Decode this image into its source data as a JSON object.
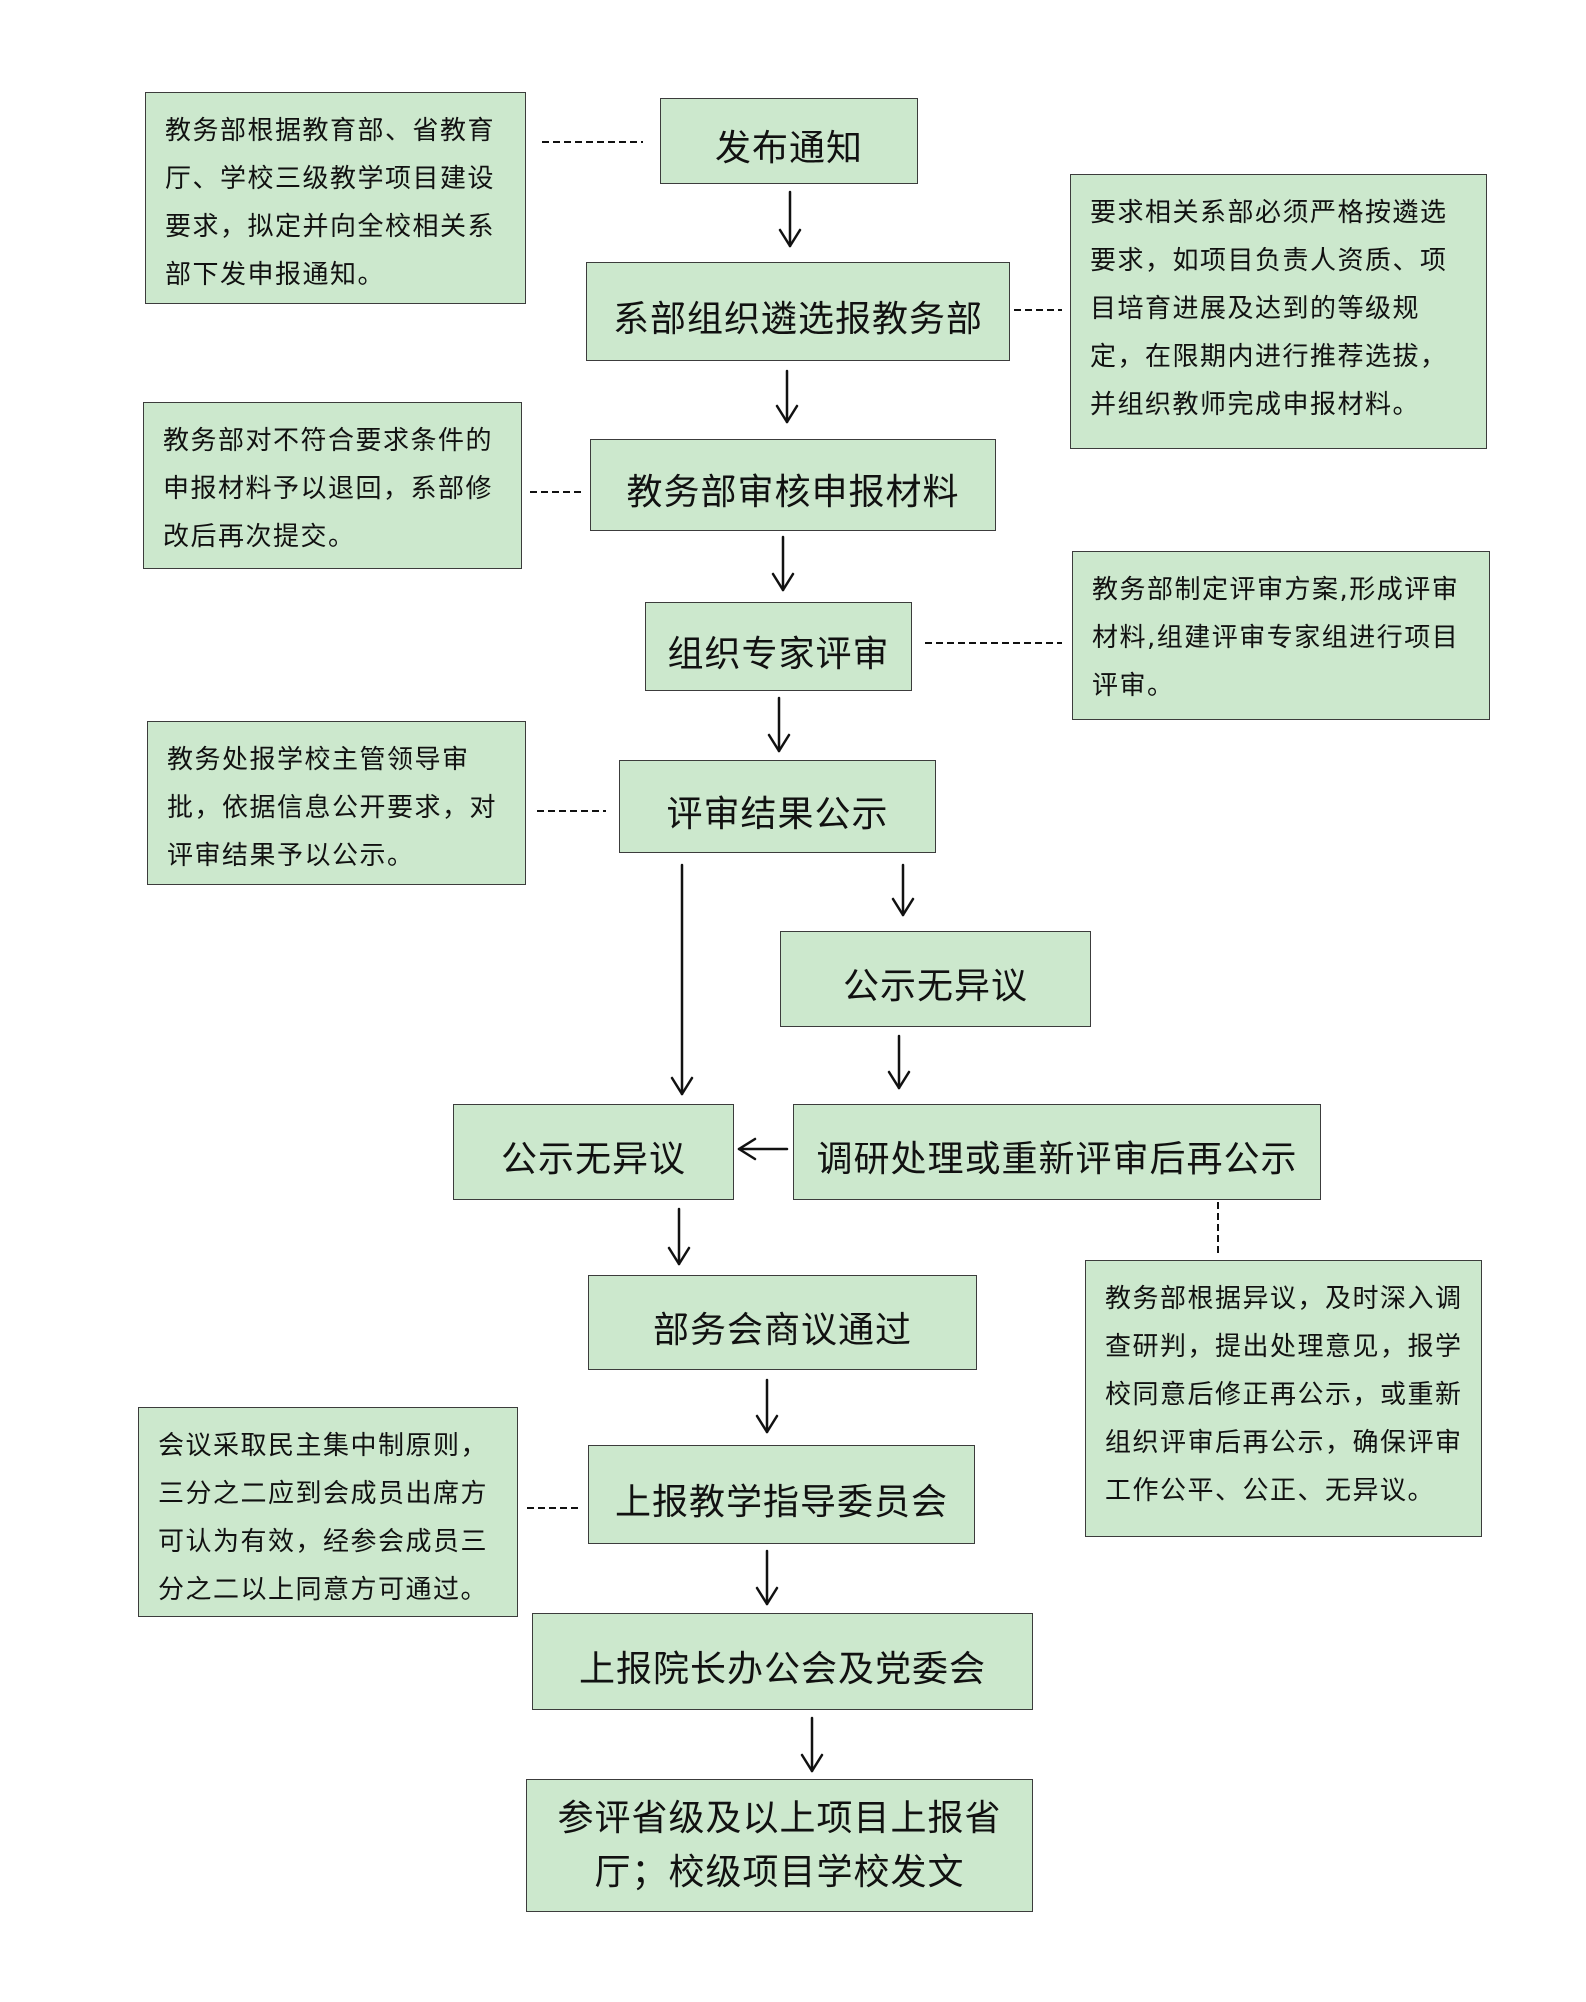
{
  "steps": {
    "publish": "发布通知",
    "dept_select": "系部组织遴选报教务部",
    "review_materials": "教务部审核申报材料",
    "expert_review": "组织专家评审",
    "result_publicity": "评审结果公示",
    "no_objection_right": "公示无异议",
    "investigate": "调研处理或重新评审后再公示",
    "no_objection_left": "公示无异议",
    "dept_meeting": "部务会商议通过",
    "teaching_committee": "上报教学指导委员会",
    "president_party": "上报院长办公会及党委会",
    "final": [
      "参评省级及以上项目上报省",
      "厅；校级项目学校发文"
    ]
  },
  "notes": {
    "publish": [
      "教务部根据教育部、省教育",
      "厅、学校三级教学项目建设",
      "要求，拟定并向全校相关系",
      "部下发申报通知。"
    ],
    "dept_select": [
      "要求相关系部必须严格按遴选",
      "要求，如项目负责人资质、项",
      "目培育进展及达到的等级规",
      "定，在限期内进行推荐选拔，",
      "并组织教师完成申报材料。"
    ],
    "review_materials": [
      "教务部对不符合要求条件的",
      "申报材料予以退回，系部修",
      "改后再次提交。"
    ],
    "expert_review": [
      "教务部制定评审方案,形成评审",
      "材料,组建评审专家组进行项目",
      "评审。"
    ],
    "result_publicity": [
      "教务处报学校主管领导审",
      "批，依据信息公开要求，对",
      "评审结果予以公示。"
    ],
    "investigate": [
      "教务部根据异议，及时深入调",
      "查研判，提出处理意见，报学",
      "校同意后修正再公示，或重新",
      "组织评审后再公示，确保评审",
      "工作公平、公正、无异议。"
    ],
    "teaching_committee": [
      "会议采取民主集中制原则，",
      "三分之二应到会成员出席方",
      "可认为有效，经参会成员三",
      "分之二以上同意方可通过。"
    ]
  },
  "colors": {
    "node_fill": "#cce8cd",
    "border": "#3c3c3c",
    "connector": "#111111"
  }
}
